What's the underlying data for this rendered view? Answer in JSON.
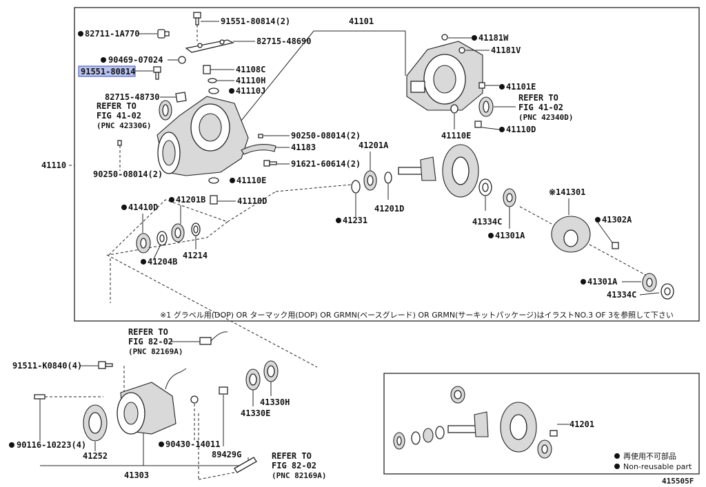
{
  "diagram": {
    "labels": {
      "p91551_top": "91551-80814(2)",
      "p82711": "82711-1A770",
      "p82715_48690": "82715-48690",
      "p90469": "90469-07024",
      "p91551_hl": "91551-80814",
      "p82715_48730": "82715-48730",
      "refer1_a": "REFER TO",
      "refer1_b": "FIG 41-02",
      "refer1_c": "(PNC 42330G)",
      "p41110": "41110",
      "p90250_left": "90250-08014(2)",
      "p41101": "41101",
      "p41108C": "41108C",
      "p41110H": "41110H",
      "p41110J": "41110J",
      "p90250_mid": "90250-08014(2)",
      "p41183": "41183",
      "p91621": "91621-60614(2)",
      "p41110E_mid": "41110E",
      "p41110D_mid": "41110D",
      "p41181W": "41181W",
      "p41181V": "41181V",
      "p41101E": "41101E",
      "refer2_a": "REFER TO",
      "refer2_b": "FIG 41-02",
      "refer2_c": "(PNC 42340D)",
      "p41110E_r": "41110E",
      "p41110D_r": "41110D",
      "p41410D": "41410D",
      "p41201B": "41201B",
      "p41204B": "41204B",
      "p41214": "41214",
      "p41201A": "41201A",
      "p41231": "41231",
      "p41201D": "41201D",
      "p41334C_top": "41334C",
      "p41301A_top": "41301A",
      "p141301": "※141301",
      "p41302A": "41302A",
      "p41301A_bot": "41301A",
      "p41334C_bot": "41334C",
      "footnote": "※1 グラベル用(DOP) OR ターマック用(DOP) OR GRMN(ベースグレード) OR GRMN(サーキットパッケージ)はイラストNO.3 OF 3を参照して下さい",
      "refer3_a": "REFER TO",
      "refer3_b": "FIG 82-02",
      "refer3_c": "(PNC 82169A)",
      "p91511": "91511-K0840(4)",
      "p41330H": "41330H",
      "p41330E": "41330E",
      "p90116": "90116-10223(4)",
      "p41252": "41252",
      "p90430": "90430-14011",
      "p89429G": "89429G",
      "p41303": "41303",
      "refer4_a": "REFER TO",
      "refer4_b": "FIG 82-02",
      "refer4_c": "(PNC 82169A)",
      "p41201": "41201",
      "legend_jp": "再使用不可部品",
      "legend_en": "Non-reusable part",
      "fig_id": "415505F"
    },
    "highlight_color": "#b9c3ee"
  }
}
